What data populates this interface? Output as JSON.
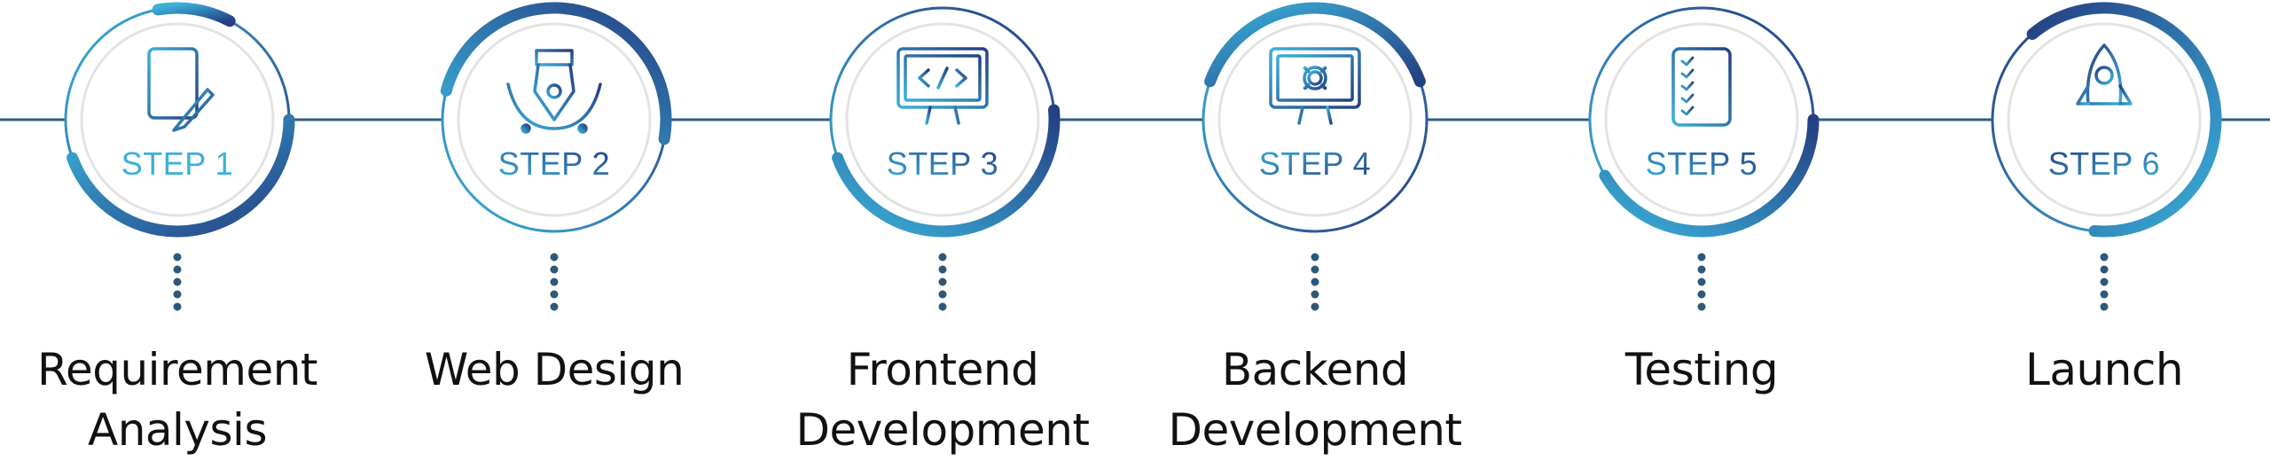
{
  "colors": {
    "line": "#2b5d86",
    "dots": "#2d5879",
    "ring_light": "#3ab0d9",
    "ring_dark": "#253f82",
    "inner_ring": "#e3e3e3",
    "text_dark": "#111111"
  },
  "steps": [
    {
      "label": "STEP 1",
      "title_lines": [
        "Requirement",
        "Analysis"
      ],
      "icon": "document-pencil-icon"
    },
    {
      "label": "STEP 2",
      "title_lines": [
        "Web Design"
      ],
      "icon": "pen-nib-icon"
    },
    {
      "label": "STEP 3",
      "title_lines": [
        "Frontend",
        "Development"
      ],
      "icon": "code-monitor-icon"
    },
    {
      "label": "STEP 4",
      "title_lines": [
        "Backend",
        "Development"
      ],
      "icon": "gear-monitor-icon"
    },
    {
      "label": "STEP 5",
      "title_lines": [
        "Testing"
      ],
      "icon": "checklist-icon"
    },
    {
      "label": "STEP 6",
      "title_lines": [
        "Launch"
      ],
      "icon": "rocket-icon"
    }
  ]
}
